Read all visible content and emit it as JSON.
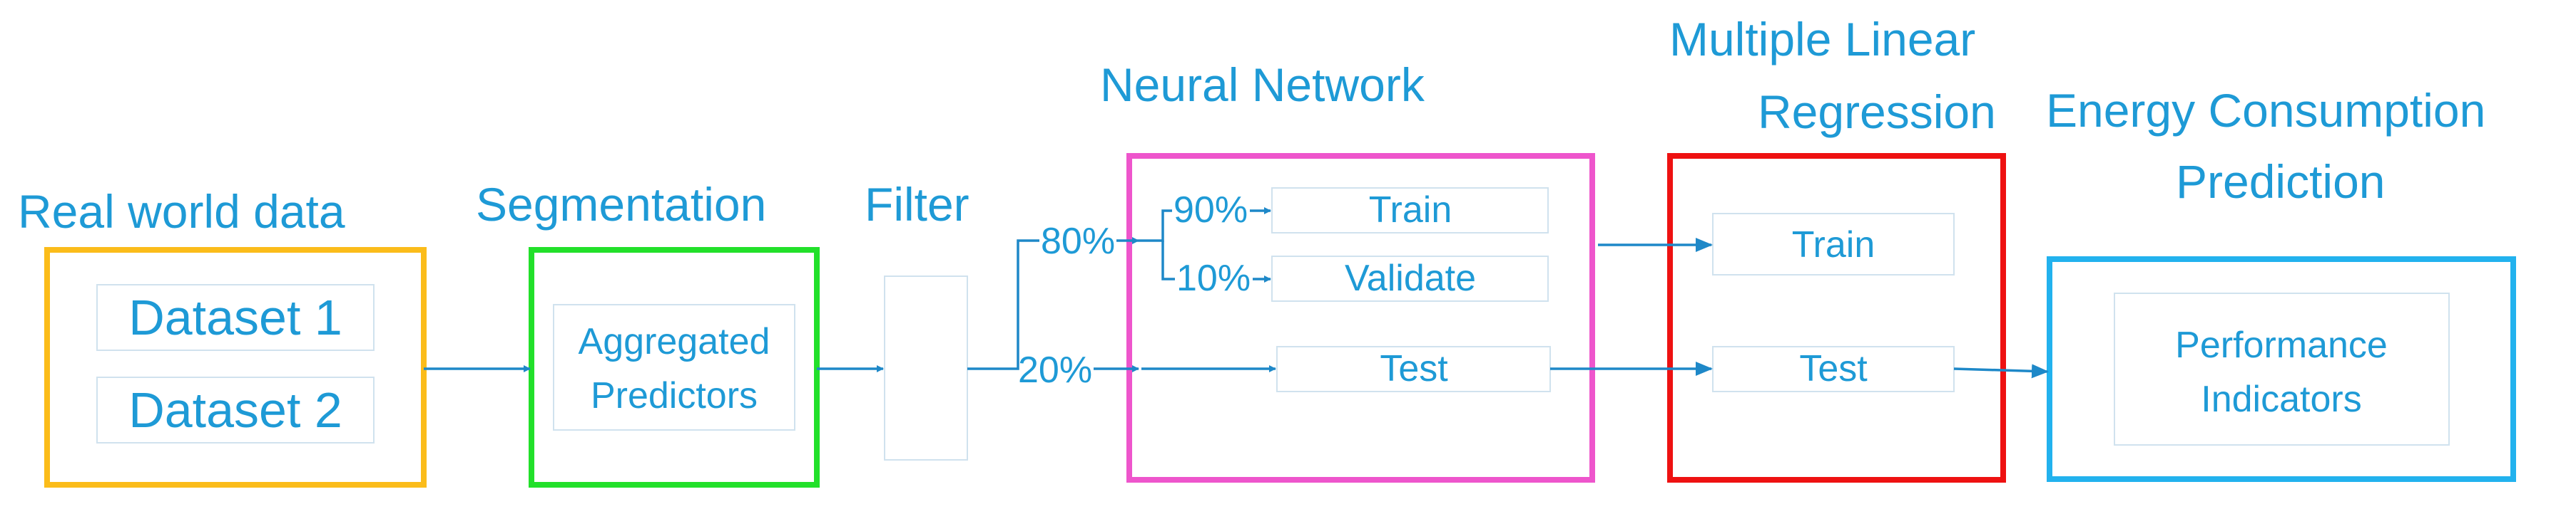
{
  "colors": {
    "text": "#1e9ad6",
    "arrow": "#1e88c8",
    "real_world_border": "#fbbc1a",
    "segmentation_border": "#22e02a",
    "neural_border": "#ee55cc",
    "regression_border": "#ee1111",
    "prediction_border": "#22b2ee"
  },
  "stages": {
    "real_world": {
      "title": "Real world data",
      "items": [
        "Dataset 1",
        "Dataset 2"
      ]
    },
    "segmentation": {
      "title": "Segmentation",
      "items": [
        "Aggregated",
        "Predictors"
      ]
    },
    "filter": {
      "title": "Filter"
    },
    "neural_network": {
      "title": "Neural Network",
      "items": [
        "Train",
        "Validate",
        "Test"
      ]
    },
    "regression": {
      "title_lines": [
        "Multiple Linear",
        "Regression"
      ],
      "items": [
        "Train",
        "Test"
      ]
    },
    "prediction": {
      "title_lines": [
        "Energy Consumption",
        "Prediction"
      ],
      "items": [
        "Performance",
        "Indicators"
      ]
    }
  },
  "splits": {
    "first": "80%",
    "second": "20%",
    "train": "90%",
    "validate": "10%"
  }
}
